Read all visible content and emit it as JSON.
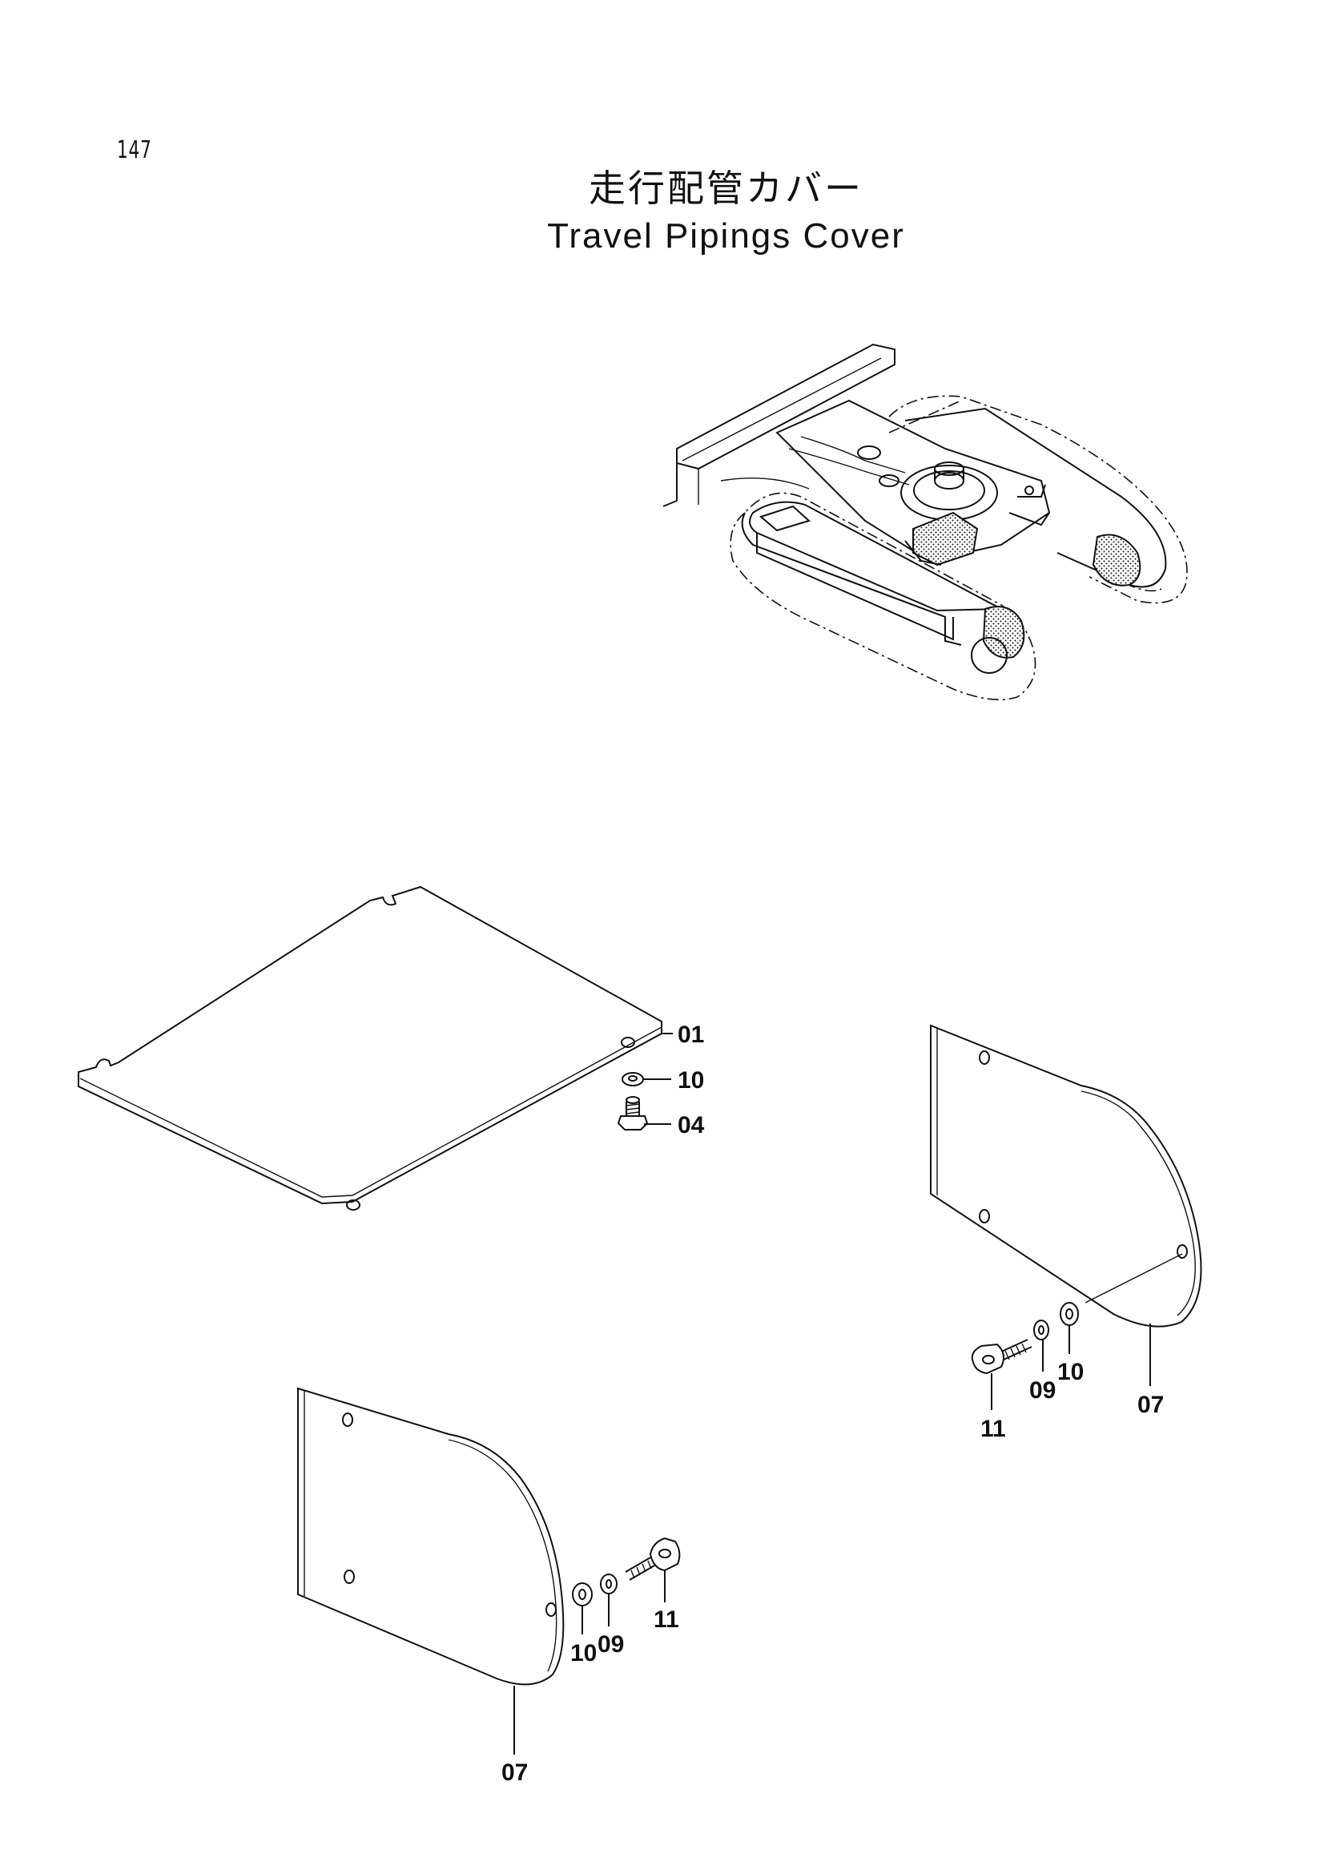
{
  "page": {
    "number": "147"
  },
  "title": {
    "japanese": "走行配管カバー",
    "english": "Travel Pipings Cover"
  },
  "callouts": [
    {
      "id": "c-01-top",
      "label": "01"
    },
    {
      "id": "c-10-top",
      "label": "10"
    },
    {
      "id": "c-04-top",
      "label": "04"
    },
    {
      "id": "c-11-right",
      "label": "11"
    },
    {
      "id": "c-09-right",
      "label": "09"
    },
    {
      "id": "c-10-right",
      "label": "10"
    },
    {
      "id": "c-07-right",
      "label": "07"
    },
    {
      "id": "c-11-left",
      "label": "11"
    },
    {
      "id": "c-10-left",
      "label": "10"
    },
    {
      "id": "c-09-left",
      "label": "09"
    },
    {
      "id": "c-07-left",
      "label": "07"
    }
  ]
}
